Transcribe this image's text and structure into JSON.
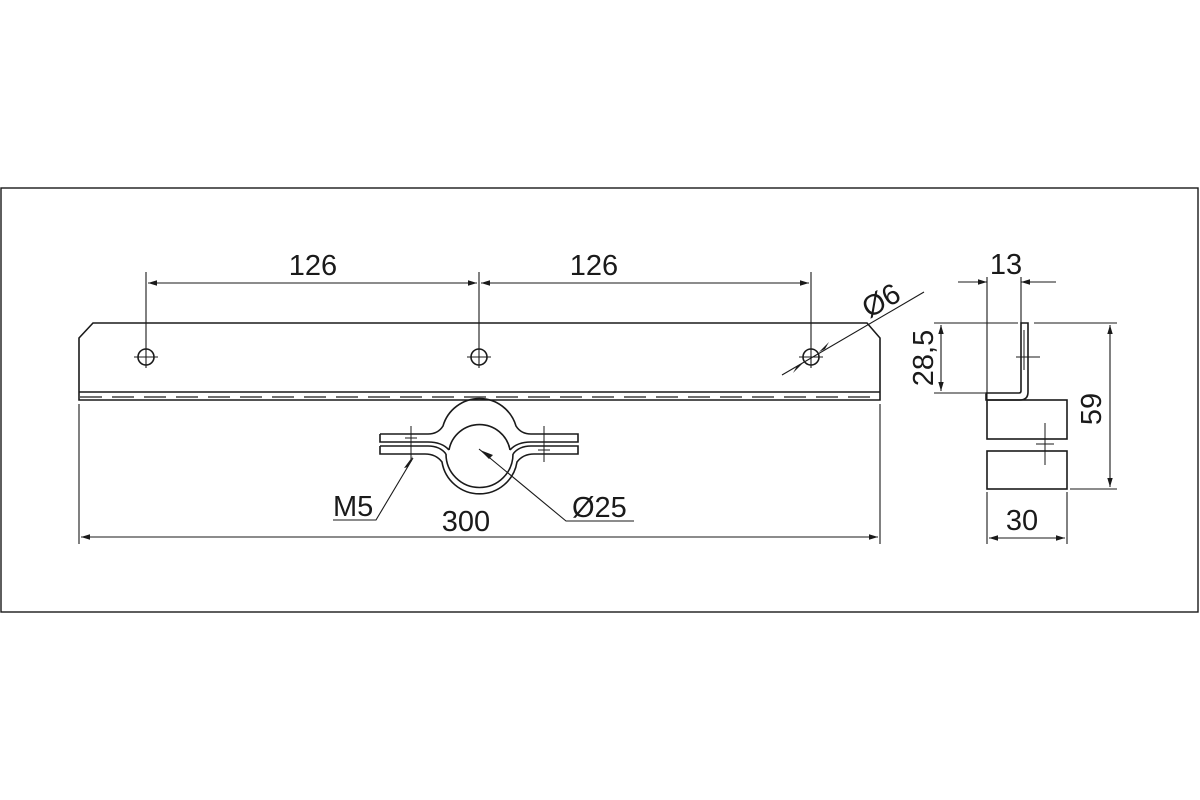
{
  "drawing": {
    "title": "",
    "dimensions": {
      "hole_spacing_left": "126",
      "hole_spacing_right": "126",
      "hole_diameter": "Ø6",
      "overall_length": "300",
      "bolt_thread": "M5",
      "clamp_diameter": "Ø25",
      "side_offset": "13",
      "side_upper_height": "28,5",
      "side_total_height": "59",
      "side_width": "30"
    },
    "colors": {
      "line": "#1a1a1a",
      "background": "#ffffff"
    }
  }
}
